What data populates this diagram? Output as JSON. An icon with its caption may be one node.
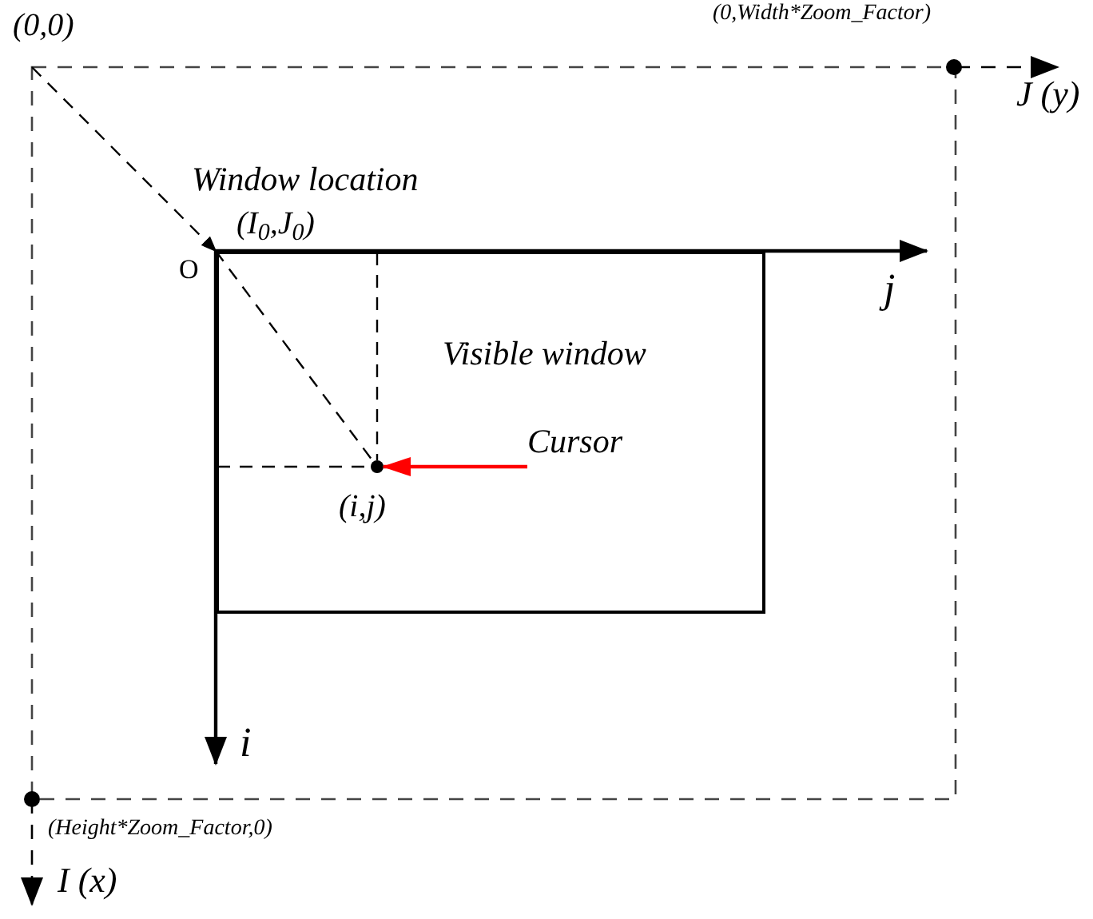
{
  "diagram": {
    "nodes": [
      {
        "text": [
          "Visible window"
        ],
        "beside": [
          "Window location",
          "(I$_{0}$,J$_{0}$)"
        ]
      },
      {
        "text": [],
        "shape": "circle",
        "in": 0
      },
      {
        "text": [
          "Cursor"
        ],
        "in": 0
      }
    ],
    "edges": [
      {
        "from": null,
        "to": 0,
        "arrow": "to",
        "style": "dashed"
      },
      {
        "from": 0,
        "to": 1,
        "arrow": "none",
        "style": "dashed"
      },
      {
        "from": 2,
        "to": 1,
        "arrow": "to",
        "color": "#ff0000"
      }
    ],
    "labels": [
      "(0,0)",
      "(0,Width*Zoom_Factor)",
      "J (y)",
      "O",
      "j",
      "(i,j)",
      "i",
      "(Height*Zoom_Factor,0)",
      "I (x)"
    ]
  }
}
